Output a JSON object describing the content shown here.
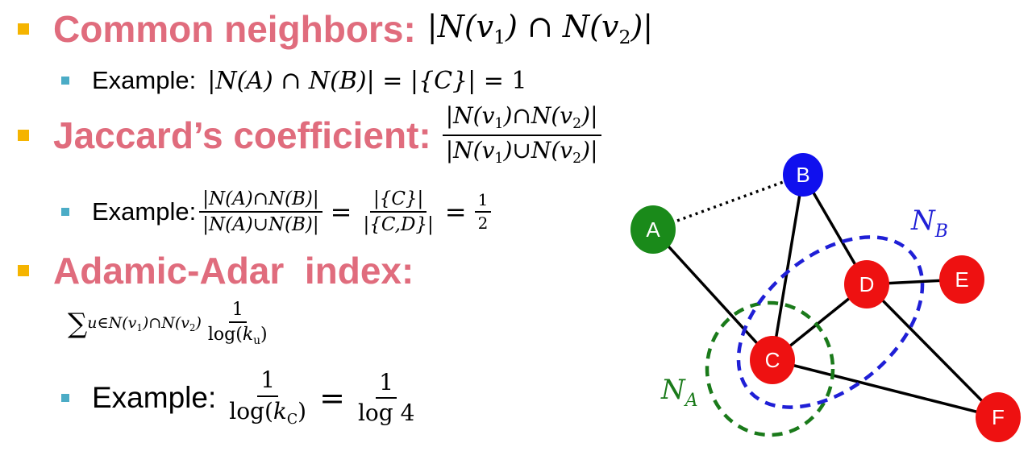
{
  "colors": {
    "heading": "#e06c7d",
    "bullet_l1": "#f5b400",
    "bullet_l2": "#4bacc6"
  },
  "sections": {
    "common": {
      "title": "Common neighbors:"
    },
    "common_example": {
      "label": "Example:"
    },
    "jaccard": {
      "title": "Jaccard’s coefficient:"
    },
    "jaccard_example": {
      "label": "Example:"
    },
    "adamic": {
      "title": "Adamic-Adar  index:"
    },
    "adamic_example": {
      "label": "Example:"
    }
  },
  "graph": {
    "nodes": [
      {
        "id": "A",
        "label": "A",
        "color": "#1a8a1a"
      },
      {
        "id": "B",
        "label": "B",
        "color": "#1010ee"
      },
      {
        "id": "C",
        "label": "C",
        "color": "#ee1111"
      },
      {
        "id": "D",
        "label": "D",
        "color": "#ee1111"
      },
      {
        "id": "E",
        "label": "E",
        "color": "#ee1111"
      },
      {
        "id": "F",
        "label": "F",
        "color": "#ee1111"
      }
    ],
    "edges": [
      {
        "from": "A",
        "to": "B",
        "style": "dotted"
      },
      {
        "from": "A",
        "to": "C",
        "style": "solid"
      },
      {
        "from": "B",
        "to": "C",
        "style": "solid"
      },
      {
        "from": "B",
        "to": "D",
        "style": "solid"
      },
      {
        "from": "C",
        "to": "D",
        "style": "solid"
      },
      {
        "from": "D",
        "to": "E",
        "style": "solid"
      },
      {
        "from": "D",
        "to": "F",
        "style": "solid"
      },
      {
        "from": "C",
        "to": "F",
        "style": "solid"
      }
    ],
    "sets": [
      {
        "label_main": "N",
        "label_sub": "A",
        "color": "#1a7a1a"
      },
      {
        "label_main": "N",
        "label_sub": "B",
        "color": "#1f1fd6"
      }
    ]
  }
}
